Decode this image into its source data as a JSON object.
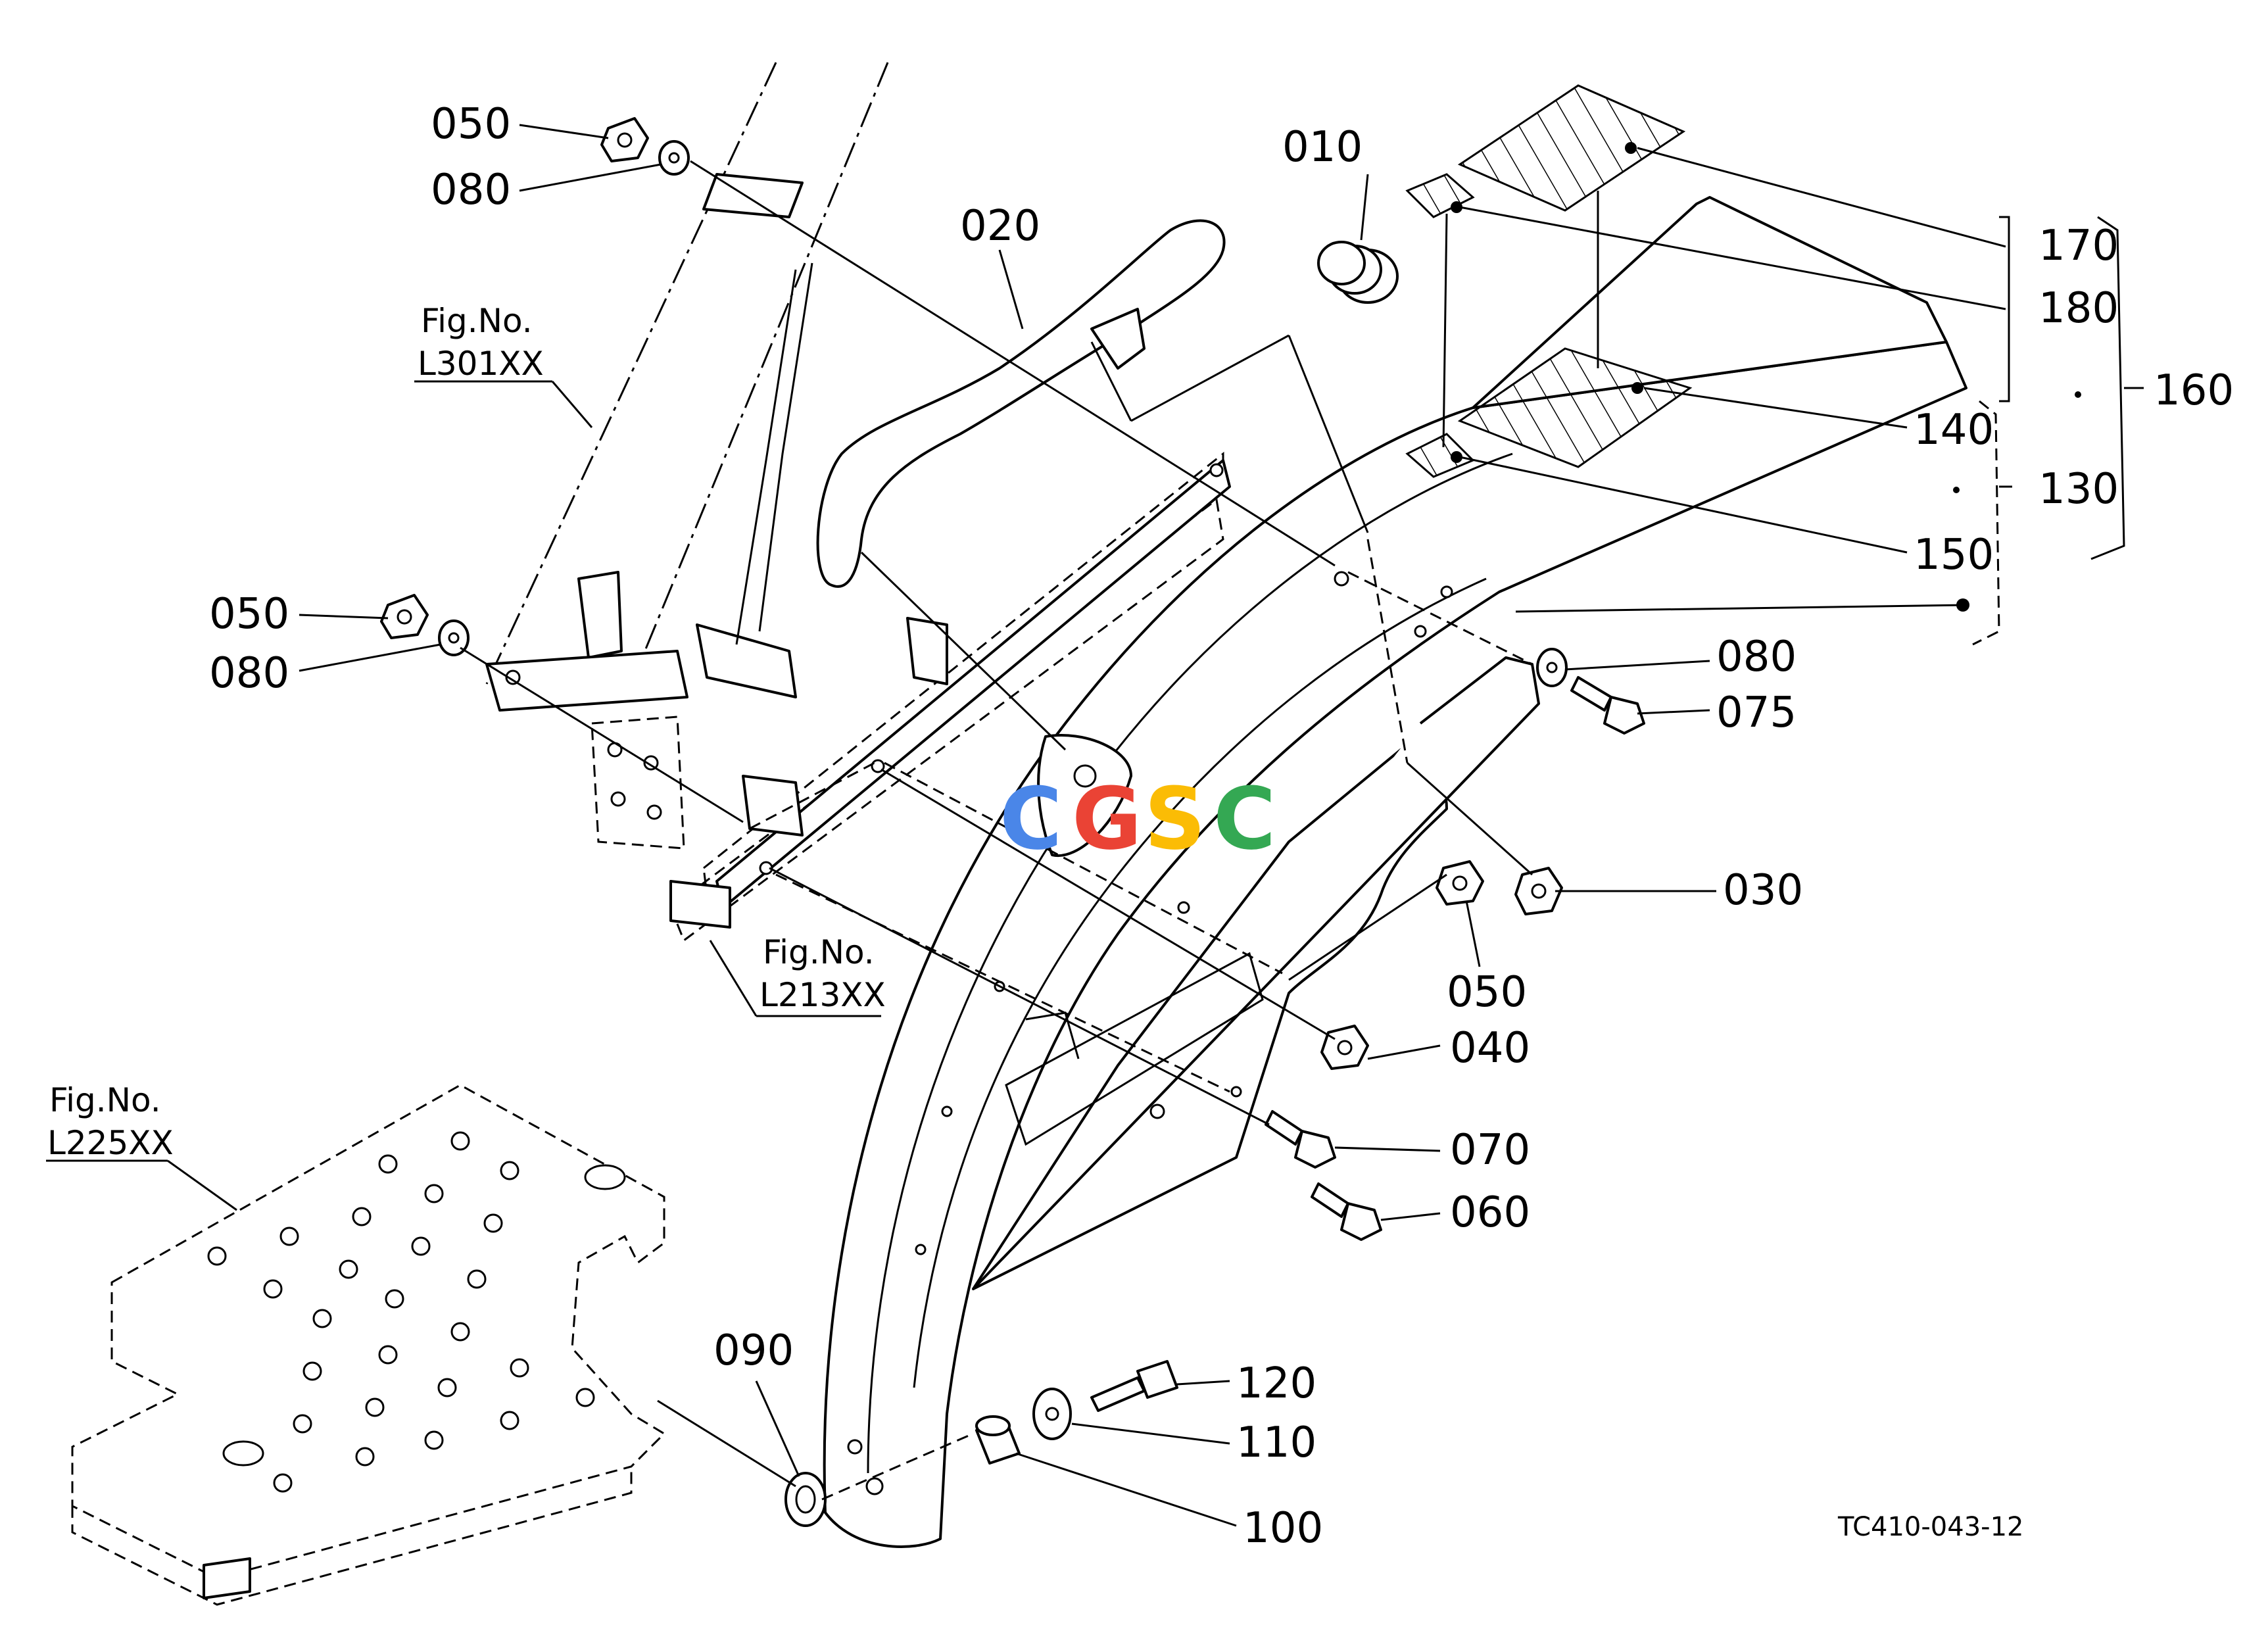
{
  "diagram": {
    "code": "TC410-043-12",
    "watermark": [
      "C",
      "G",
      "S",
      "C"
    ],
    "watermark_colors": [
      "#4a86e8",
      "#ea4335",
      "#fbbc05",
      "#34a853"
    ],
    "fig_refs": [
      {
        "top": "Fig.No.",
        "bottom": "L301XX"
      },
      {
        "top": "Fig.No.",
        "bottom": "L213XX"
      },
      {
        "top": "Fig.No.",
        "bottom": "L225XX"
      }
    ],
    "callouts": {
      "c010": "010",
      "c020": "020",
      "c030": "030",
      "c040": "040",
      "c050a": "050",
      "c050b": "050",
      "c050c": "050",
      "c060": "060",
      "c070": "070",
      "c075": "075",
      "c080a": "080",
      "c080b": "080",
      "c080c": "080",
      "c090": "090",
      "c100": "100",
      "c110": "110",
      "c120": "120",
      "c130": "130",
      "c140": "140",
      "c150": "150",
      "c160": "160",
      "c170": "170",
      "c180": "180"
    }
  }
}
